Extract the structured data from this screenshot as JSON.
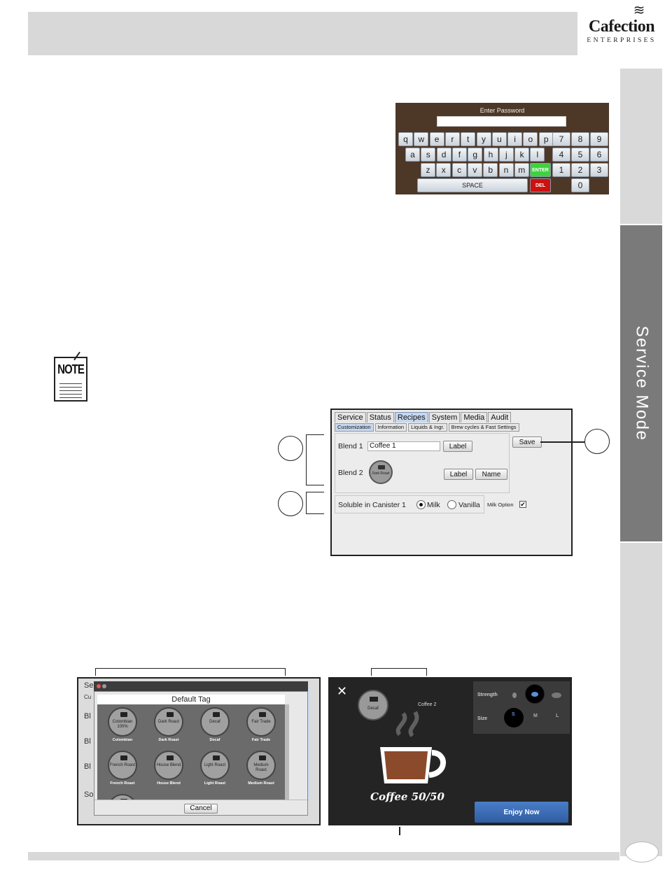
{
  "logo": {
    "steam": "≋",
    "brand": "Cafection",
    "tagline": "ENTERPRISES"
  },
  "side_tab": {
    "label": "Service Mode"
  },
  "keyboard": {
    "title": "Enter Password",
    "row1": [
      "q",
      "w",
      "e",
      "r",
      "t",
      "y",
      "u",
      "i",
      "o",
      "p"
    ],
    "row2": [
      "a",
      "s",
      "d",
      "f",
      "g",
      "h",
      "j",
      "k",
      "l"
    ],
    "row3": [
      "z",
      "x",
      "c",
      "v",
      "b",
      "n",
      "m"
    ],
    "numpad": [
      "7",
      "8",
      "9",
      "4",
      "5",
      "6",
      "1",
      "2",
      "3",
      "0"
    ],
    "enter": "ENTER",
    "space": "SPACE",
    "del": "DEL"
  },
  "note_icon": {
    "label": "NOTE"
  },
  "settings": {
    "tabs": [
      "Service",
      "Status",
      "Recipes",
      "System",
      "Media",
      "Audit"
    ],
    "subtabs": [
      "Customization",
      "Information",
      "Liquids & Ingr.",
      "Brew cycles & Fast Settings"
    ],
    "blend1_label": "Blend 1",
    "blend1_value": "Coffee 1",
    "blend2_label": "Blend 2",
    "blend2_pod": "Dark Roast",
    "label_button": "Label",
    "name_button": "Name",
    "save_button": "Save",
    "soluble_label": "Soluble in Canister 1",
    "milk": "Milk",
    "vanilla": "Vanilla",
    "milk_option": "Milk Option",
    "milk_option_mark": "✔"
  },
  "tag_dialog": {
    "bg_tab": "Se",
    "bg_subtab": "Cu",
    "bg_labels": [
      "Bl",
      "Bl",
      "Bl",
      "So"
    ],
    "title": "Default Tag",
    "tags": [
      {
        "inner": "Colombian 100%",
        "name": "Colombian"
      },
      {
        "inner": "Dark Roast",
        "name": "Dark Roast"
      },
      {
        "inner": "Decaf",
        "name": "Decaf"
      },
      {
        "inner": "Fair Trade",
        "name": "Fair Trade"
      },
      {
        "inner": "French Roast",
        "name": "French Roast"
      },
      {
        "inner": "House Blend",
        "name": "House Blend"
      },
      {
        "inner": "Light Roast",
        "name": "Light Roast"
      },
      {
        "inner": "Medium Roast",
        "name": "Medium Roast"
      }
    ],
    "cancel": "Cancel"
  },
  "coffee_screen": {
    "close": "✕",
    "pod": "Decaf",
    "coffee_name": "Coffee 2",
    "strength": "Strength",
    "size": "Size",
    "size_s": "S",
    "size_m": "M",
    "size_l": "L",
    "title": "Coffee 50/50",
    "enjoy": "Enjoy Now"
  }
}
